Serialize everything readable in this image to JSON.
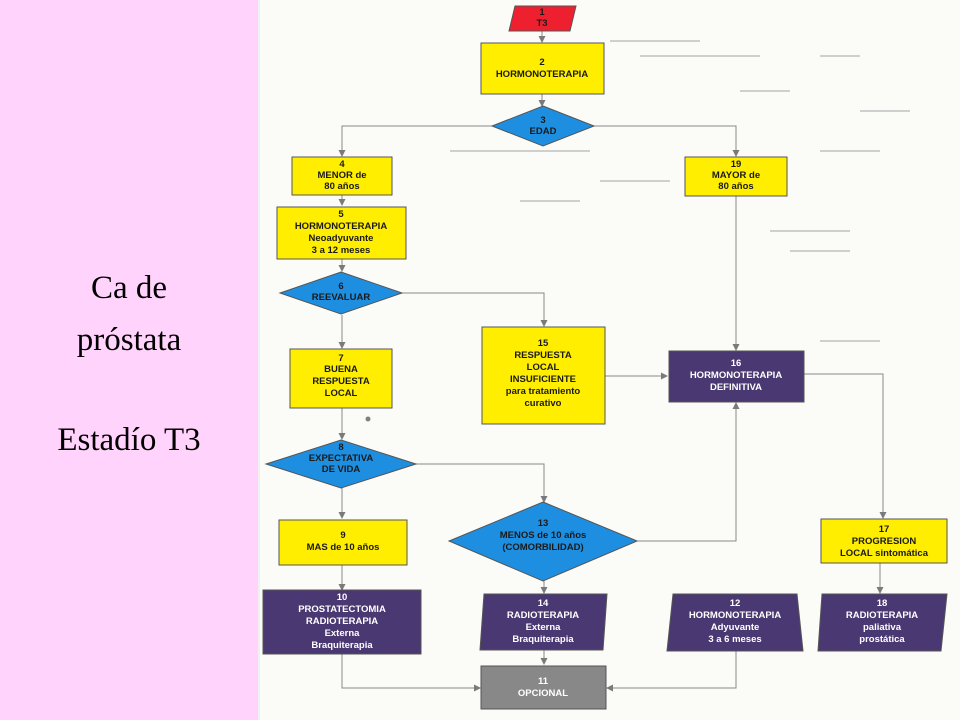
{
  "sidebar": {
    "title_line1": "Ca de",
    "title_line2": "próstata",
    "stage": "Estadío T3"
  },
  "colors": {
    "sidebar_bg": "#ffd3fb",
    "box_yellow": "#ffee00",
    "decision_blue": "#1e8fe0",
    "purple": "#4a3872",
    "start_red": "#ee1f2e",
    "grey": "#888888"
  },
  "nodes": {
    "n1": {
      "num": "1",
      "lines": [
        "T3"
      ]
    },
    "n2": {
      "num": "2",
      "lines": [
        "HORMONOTERAPIA"
      ]
    },
    "n3": {
      "num": "3",
      "lines": [
        "EDAD"
      ]
    },
    "n4": {
      "num": "4",
      "lines": [
        "MENOR de",
        "80 años"
      ]
    },
    "n5": {
      "num": "5",
      "lines": [
        "HORMONOTERAPIA",
        "Neoadyuvante",
        "3 a 12 meses"
      ]
    },
    "n6": {
      "num": "6",
      "lines": [
        "REEVALUAR"
      ]
    },
    "n7": {
      "num": "7",
      "lines": [
        "BUENA",
        "RESPUESTA",
        "LOCAL"
      ]
    },
    "n8": {
      "num": "8",
      "lines": [
        "EXPECTATIVA",
        "DE VIDA"
      ]
    },
    "n9": {
      "num": "9",
      "lines": [
        "MAS de 10 años"
      ]
    },
    "n10": {
      "num": "10",
      "lines": [
        "PROSTATECTOMIA",
        "RADIOTERAPIA",
        "Externa",
        "Braquiterapia"
      ]
    },
    "n11": {
      "num": "11",
      "lines": [
        "OPCIONAL"
      ]
    },
    "n12": {
      "num": "12",
      "lines": [
        "HORMONOTERAPIA",
        "Adyuvante",
        "3 a 6 meses"
      ]
    },
    "n13": {
      "num": "13",
      "lines": [
        "MENOS de 10 años",
        "(COMORBILIDAD)"
      ]
    },
    "n14": {
      "num": "14",
      "lines": [
        "RADIOTERAPIA",
        "Externa",
        "Braquiterapia"
      ]
    },
    "n15": {
      "num": "15",
      "lines": [
        "RESPUESTA",
        "LOCAL",
        "INSUFICIENTE",
        "para tratamiento",
        "curativo"
      ]
    },
    "n16": {
      "num": "16",
      "lines": [
        "HORMONOTERAPIA",
        "DEFINITIVA"
      ]
    },
    "n17": {
      "num": "17",
      "lines": [
        "PROGRESION",
        "LOCAL sintomática"
      ]
    },
    "n18": {
      "num": "18",
      "lines": [
        "RADIOTERAPIA",
        "paliativa",
        "prostática"
      ]
    },
    "n19": {
      "num": "19",
      "lines": [
        "MAYOR de",
        "80 años"
      ]
    }
  }
}
